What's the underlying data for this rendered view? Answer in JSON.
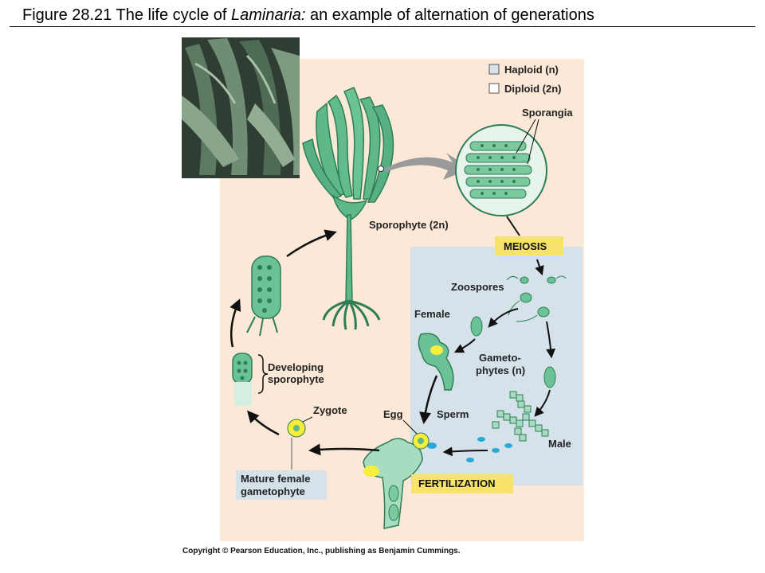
{
  "title": {
    "prefix": "Figure 28.21  The life cycle of ",
    "italic": "Laminaria:",
    "suffix": "  an example of alternation of generations"
  },
  "legend": {
    "haploid": "Haploid (n)",
    "diploid": "Diploid (2n)"
  },
  "labels": {
    "sporangia": "Sporangia",
    "sporophyte": "Sporophyte (2n)",
    "meiosis": "MEIOSIS",
    "zoospores": "Zoospores",
    "female": "Female",
    "gametophytes_line1": "Gameto-",
    "gametophytes_line2": "phytes (n)",
    "developing_line1": "Developing",
    "developing_line2": "sporophyte",
    "zygote": "Zygote",
    "egg": "Egg",
    "sperm": "Sperm",
    "male": "Male",
    "mature_line1": "Mature female",
    "mature_line2": "gametophyte",
    "fertilization": "FERTILIZATION"
  },
  "colors": {
    "diploid_bg": "#fbe8d6",
    "haploid_bg": "#d6e2ea",
    "kelp_green": "#5fb88a",
    "kelp_dark": "#2e7d55",
    "label_box_yellow": "#f7e36b",
    "egg_yellow": "#f5ee3a",
    "sperm_blue": "#2aa8d8"
  },
  "copyright": "Copyright © Pearson Education, Inc., publishing as Benjamin Cummings."
}
